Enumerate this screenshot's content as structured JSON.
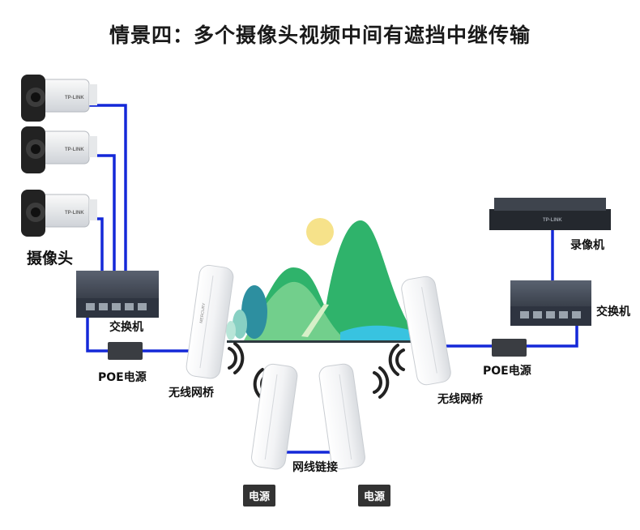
{
  "title": "情景四：多个摄像头视频中间有遮挡中继传输",
  "labels": {
    "cameras": "摄像头",
    "switch_left": "交换机",
    "switch_right": "交换机",
    "poe_left": "POE电源",
    "poe_right": "POE电源",
    "bridge_left": "无线网桥",
    "bridge_right": "无线网桥",
    "nvr": "录像机",
    "link": "网线链接",
    "power_left": "电源",
    "power_right": "电源"
  },
  "brands": {
    "camera": "TP-LINK",
    "nvr": "TP-LINK",
    "bridge": "MERCURY"
  },
  "colors": {
    "cable": "#1428d8",
    "device_dark": "#2e3440",
    "mountain_dark": "#2fb36b",
    "mountain_light": "#7ed492",
    "sun": "#f6e28a",
    "water": "#38c3e0"
  },
  "icons": [
    "camera-icon",
    "switch-icon",
    "poe-adapter-icon",
    "wireless-bridge-icon",
    "wifi-signal-icon",
    "nvr-icon",
    "mountain-icon",
    "sun-icon",
    "tree-icon"
  ]
}
